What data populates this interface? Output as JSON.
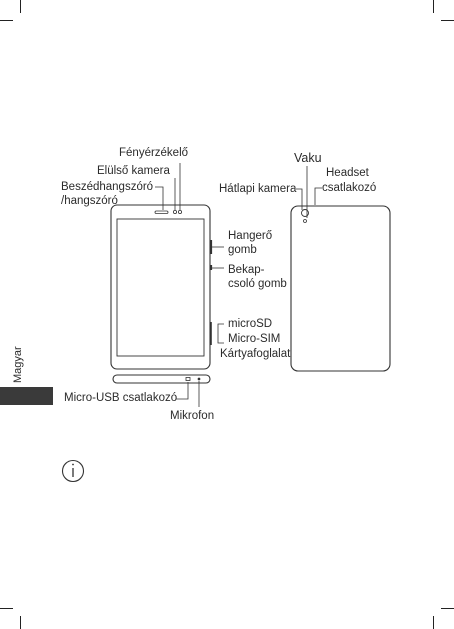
{
  "labels": {
    "light_sensor": "Fényérzékelő",
    "front_camera": "Elülső kamera",
    "speaker_line1": "Beszédhangszóró",
    "speaker_line2": "/hangszóró",
    "volume_line1": "Hangerő",
    "volume_line2": "gomb",
    "power_line1": "Bekap-",
    "power_line2": "csoló gomb",
    "microsd": "microSD",
    "microsim": "Micro-SIM",
    "card_slot": "Kártyafoglalat",
    "micro_usb": "Micro-USB csatlakozó",
    "microphone": "Mikrofon",
    "flash": "Vaku",
    "rear_camera": "Hátlapi kamera",
    "headset_line1": "Headset",
    "headset_line2": "csatlakozó"
  },
  "sidebar": {
    "language": "Magyar"
  },
  "colors": {
    "line": "#333333",
    "sidebar": "#3a3a3a"
  },
  "icons": {
    "info": "info-circle-icon"
  }
}
